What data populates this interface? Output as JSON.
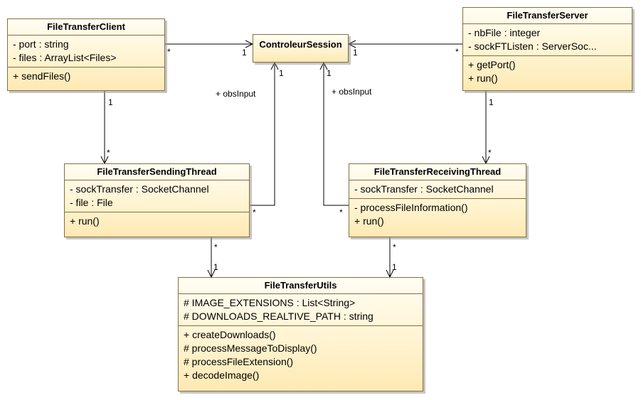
{
  "classes": {
    "client": {
      "name": "FileTransferClient",
      "attributes": [
        "- port : string",
        "- files : ArrayList<Files>"
      ],
      "operations": [
        "+ sendFiles()"
      ]
    },
    "session": {
      "name": "ControleurSession"
    },
    "server": {
      "name": "FileTransferServer",
      "attributes": [
        "- nbFile : integer",
        "- sockFTListen : ServerSoc..."
      ],
      "operations": [
        "+ getPort()",
        "+ run()"
      ]
    },
    "sending": {
      "name": "FileTransferSendingThread",
      "attributes": [
        "- sockTransfer : SocketChannel",
        "- file : File"
      ],
      "operations": [
        "+ run()"
      ]
    },
    "receiving": {
      "name": "FileTransferReceivingThread",
      "attributes": [
        "- sockTransfer : SocketChannel"
      ],
      "operations": [
        "- processFileInformation()",
        "+ run()"
      ]
    },
    "utils": {
      "name": "FileTransferUtils",
      "attributes": [
        "# IMAGE_EXTENSIONS : List<String>",
        "# DOWNLOADS_REALTIVE_PATH : string"
      ],
      "operations": [
        "+ createDownloads()",
        "# processMessageToDisplay()",
        "# processFileExtension()",
        "+ decodeImage()"
      ]
    }
  },
  "associations": {
    "client_session": {
      "source_mult": "*",
      "target_mult": "1"
    },
    "server_session": {
      "source_mult": "*",
      "target_mult": "1"
    },
    "client_sending": {
      "source_mult": "1",
      "target_mult": "*"
    },
    "server_receiving": {
      "source_mult": "1",
      "target_mult": "*"
    },
    "sending_session": {
      "role": "+ obsInput",
      "source_mult": "*",
      "target_mult": "1"
    },
    "receiving_session": {
      "role": "+ obsInput",
      "source_mult": "*",
      "target_mult": "1"
    },
    "sending_utils": {
      "source_mult": "*",
      "target_mult": "1"
    },
    "receiving_utils": {
      "source_mult": "*",
      "target_mult": "1"
    }
  }
}
